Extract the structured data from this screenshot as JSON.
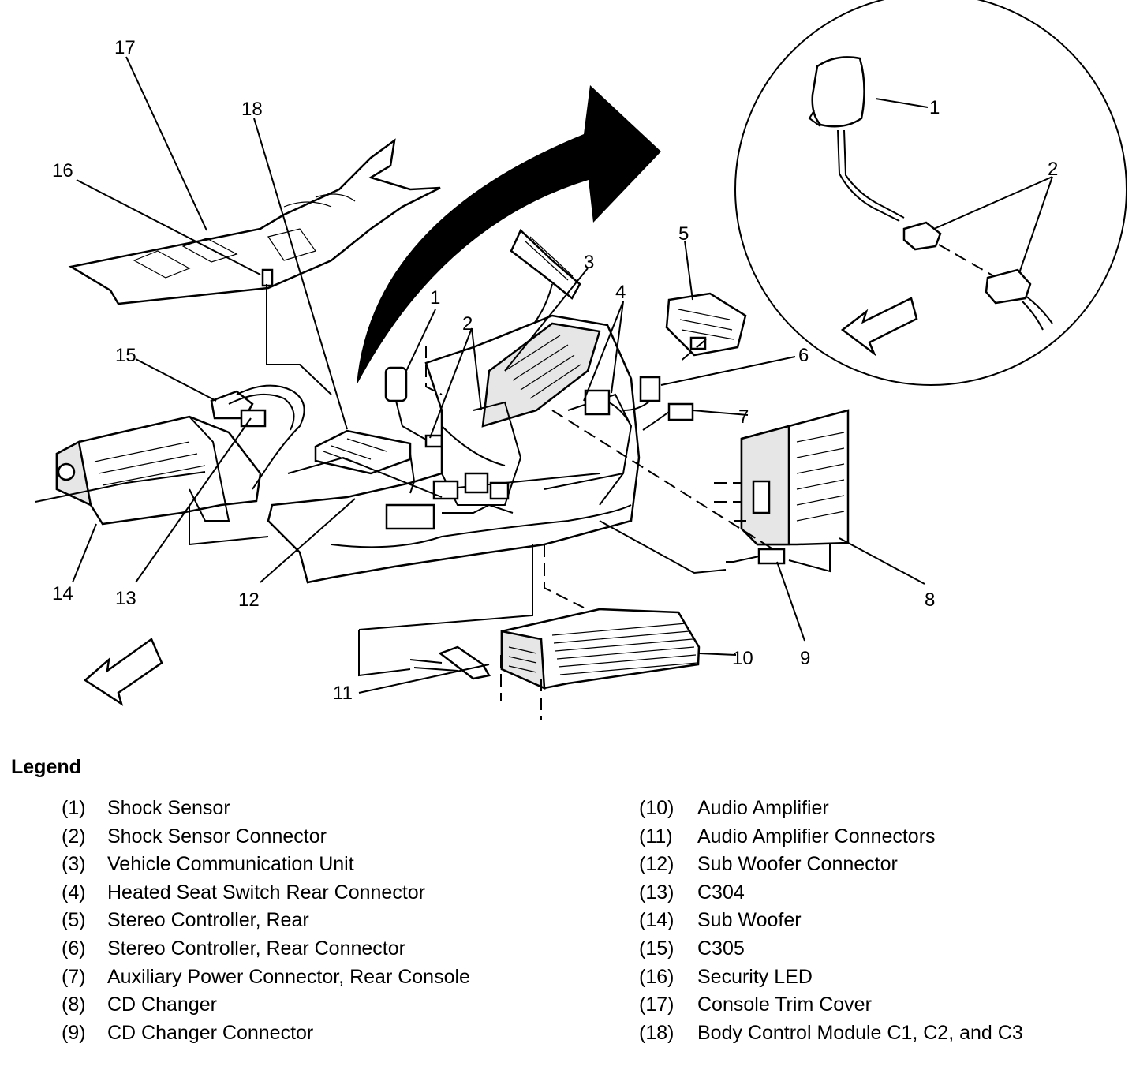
{
  "callouts": [
    "1",
    "2",
    "3",
    "4",
    "5",
    "6",
    "7",
    "8",
    "9",
    "10",
    "11",
    "12",
    "13",
    "14",
    "15",
    "16",
    "17",
    "18"
  ],
  "inset_callouts": [
    "1",
    "2"
  ],
  "legend": {
    "title": "Legend",
    "items": [
      {
        "num": "(1)",
        "label": "Shock Sensor"
      },
      {
        "num": "(2)",
        "label": "Shock Sensor Connector"
      },
      {
        "num": "(3)",
        "label": "Vehicle Communication Unit"
      },
      {
        "num": "(4)",
        "label": "Heated Seat Switch Rear Connector"
      },
      {
        "num": "(5)",
        "label": "Stereo Controller, Rear"
      },
      {
        "num": "(6)",
        "label": "Stereo Controller, Rear Connector"
      },
      {
        "num": "(7)",
        "label": "Auxiliary Power Connector, Rear Console"
      },
      {
        "num": "(8)",
        "label": "CD Changer"
      },
      {
        "num": "(9)",
        "label": "CD Changer Connector"
      },
      {
        "num": "(10)",
        "label": "Audio Amplifier"
      },
      {
        "num": "(11)",
        "label": "Audio Amplifier Connectors"
      },
      {
        "num": "(12)",
        "label": "Sub Woofer Connector"
      },
      {
        "num": "(13)",
        "label": "C304"
      },
      {
        "num": "(14)",
        "label": "Sub Woofer"
      },
      {
        "num": "(15)",
        "label": "C305"
      },
      {
        "num": "(16)",
        "label": "Security LED"
      },
      {
        "num": "(17)",
        "label": "Console Trim Cover"
      },
      {
        "num": "(18)",
        "label": "Body Control Module C1, C2, and C3"
      }
    ]
  }
}
